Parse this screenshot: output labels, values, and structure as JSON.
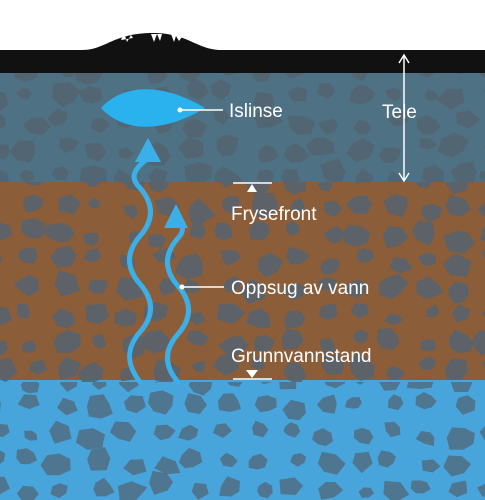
{
  "labels": {
    "ice_lens": "Islinse",
    "frost_layer": "Tele",
    "freezing_front": "Frysefront",
    "water_suction": "Oppsug av vann",
    "groundwater_level": "Grunnvannstand"
  },
  "colors": {
    "road_surface": "#111111",
    "frozen_layer": "#4e7183",
    "unfrozen_layer": "#8c5d39",
    "groundwater_layer": "#48a5dc",
    "stone": "#536371",
    "ice_lens": "#29b2ee",
    "water_arrow": "#3bb0e8",
    "label_text": "#ffffff"
  }
}
